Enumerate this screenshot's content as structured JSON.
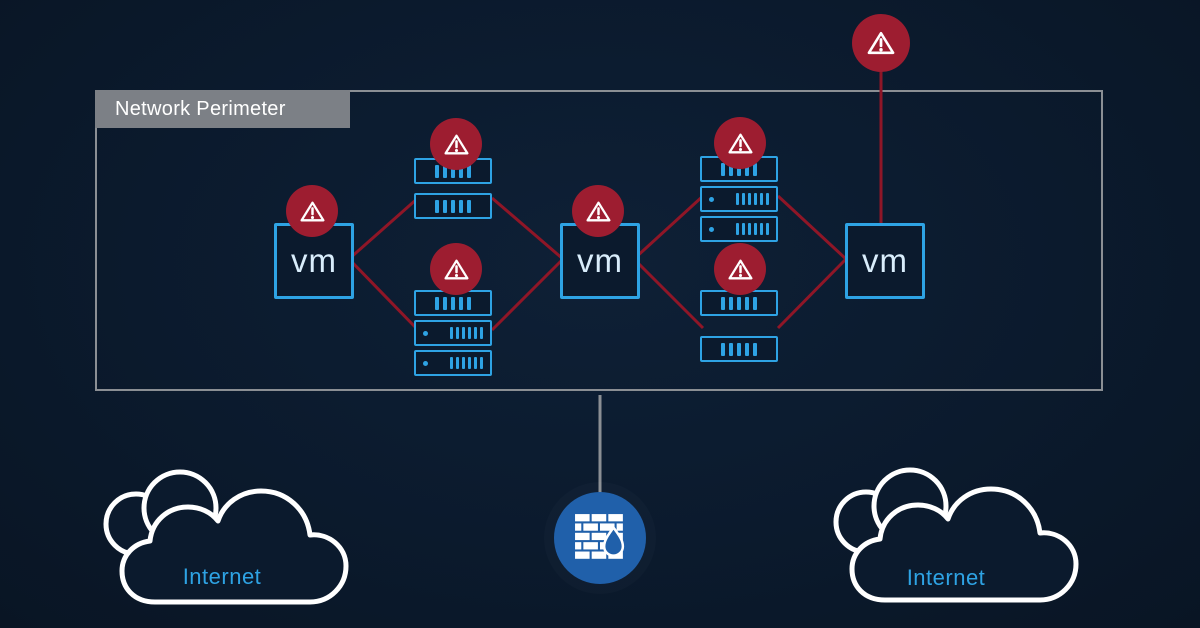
{
  "colors": {
    "bg": "#0b1a2d",
    "accent-blue": "#2ea3e4",
    "vm-text": "#d9edfb",
    "badge-red": "#9d1d30",
    "line-red": "#8f1627",
    "perimeter-gray": "#8b8f94",
    "label-gray": "#7c8086",
    "firewall-blue": "#2060aa",
    "cloud-stroke": "#ffffff"
  },
  "perimeter": {
    "label": "Network Perimeter"
  },
  "nodes": {
    "vms": [
      {
        "label": "vm"
      },
      {
        "label": "vm"
      },
      {
        "label": "vm"
      }
    ],
    "server_groups": [
      {
        "id": "top-left",
        "servers": 2
      },
      {
        "id": "bottom-left",
        "servers": 3
      },
      {
        "id": "top-right",
        "servers": 3
      },
      {
        "id": "bottom-right",
        "servers": 2
      }
    ],
    "warning_badge_count": 7,
    "firewall_icon": "brick-wall-with-flame"
  },
  "clouds": [
    {
      "label": "Internet"
    },
    {
      "label": "Internet"
    }
  ]
}
